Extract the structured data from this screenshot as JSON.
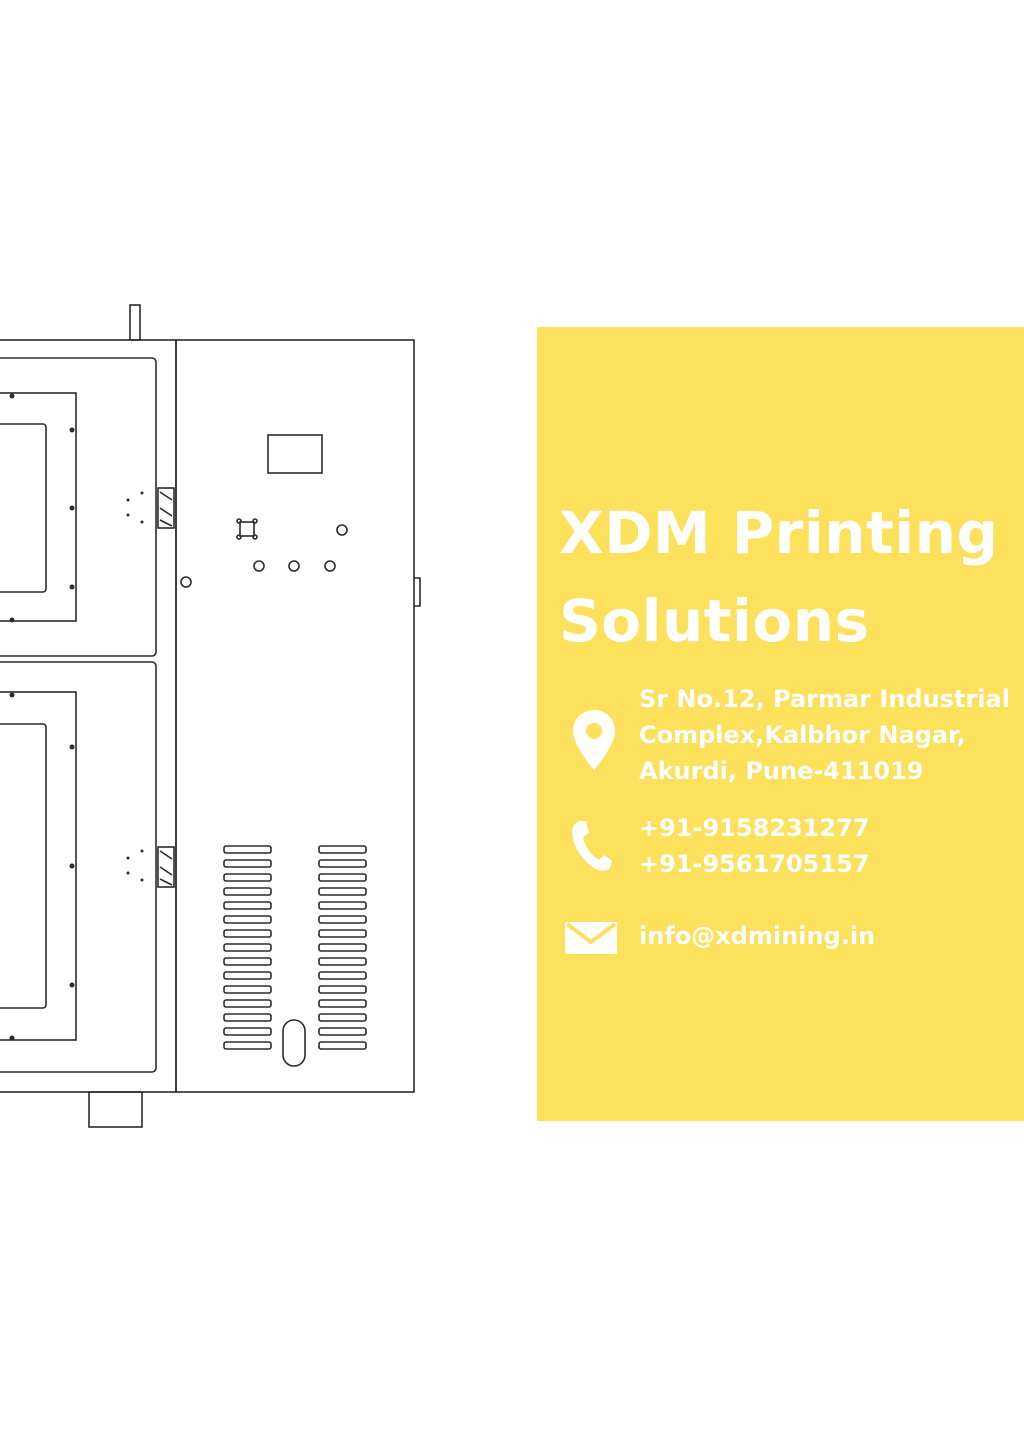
{
  "company": {
    "name_line1": "XDM Printing",
    "name_line2": "Solutions"
  },
  "contact": {
    "address": {
      "icon": "location-pin-icon",
      "lines": [
        "Sr No.12, Parmar Industrial",
        "Complex,Kalbhor Nagar,",
        "Akurdi, Pune-411019"
      ]
    },
    "phone": {
      "icon": "phone-icon",
      "lines": [
        "+91-9158231277",
        "+91-9561705157"
      ]
    },
    "email": {
      "icon": "envelope-icon",
      "value": "info@xdmining.in"
    }
  },
  "colors": {
    "card_background": "#fde05b",
    "text": "#ffffff",
    "drawing_line": "#2b2b2b"
  }
}
